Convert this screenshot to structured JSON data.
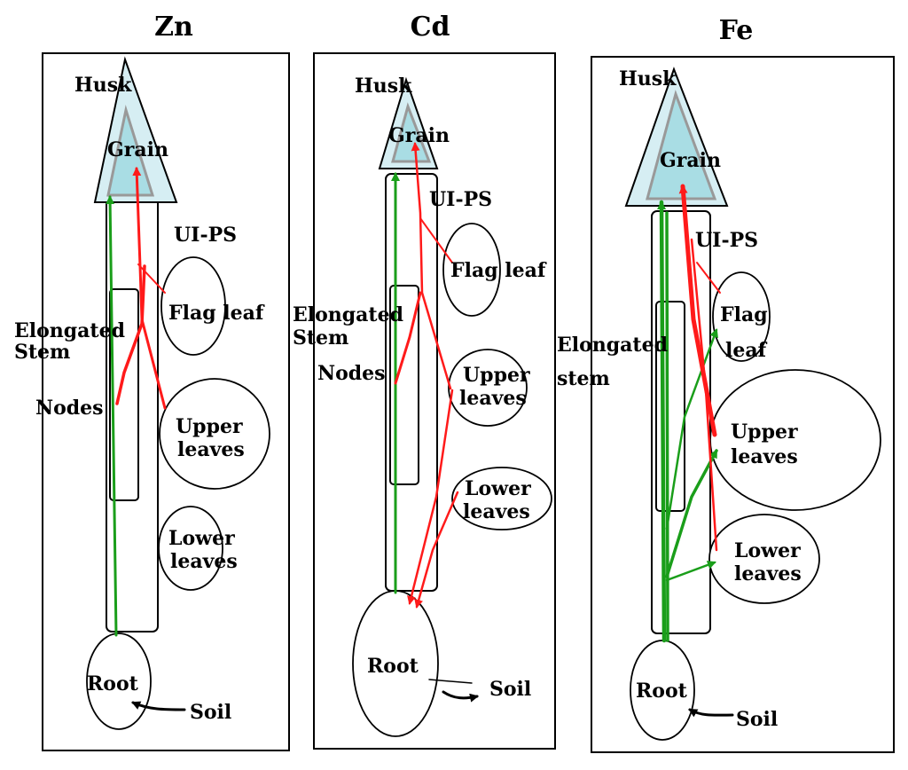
{
  "panels": [
    {
      "title": "Zn",
      "labels": {
        "husk": "Husk",
        "grain": "Grain",
        "ulps": "UI-PS",
        "flag_leaf": "Flag leaf",
        "elongated_1": "Elongated",
        "elongated_2": "Stem",
        "nodes": "Nodes",
        "upper_1": "Upper",
        "upper_2": "leaves",
        "lower_1": "Lower",
        "lower_2": "leaves",
        "root": "Root",
        "soil": "Soil"
      }
    },
    {
      "title": "Cd",
      "labels": {
        "husk": "Husk",
        "grain": "Grain",
        "ulps": "UI-PS",
        "flag_leaf": "Flag leaf",
        "elongated_1": "Elongated",
        "elongated_2": "Stem",
        "nodes": "Nodes",
        "upper_1": "Upper",
        "upper_2": "leaves",
        "lower_1": "Lower",
        "lower_2": "leaves",
        "root": "Root",
        "soil": "Soil"
      }
    },
    {
      "title": "Fe",
      "labels": {
        "husk": "Husk",
        "grain": "Grain",
        "ulps": "UI-PS",
        "flag_1": "Flag",
        "flag_2": "leaf",
        "elongated_1": "Elongated",
        "elongated_2": "stem",
        "upper_1": "Upper",
        "upper_2": "leaves",
        "lower_1": "Lower",
        "lower_2": "leaves",
        "root": "Root",
        "soil": "Soil"
      }
    }
  ],
  "colors": {
    "transport_arrow_red": "#ff1a1a",
    "transport_arrow_green": "#1a9e1a",
    "grain_fill": "#a9dde4",
    "husk_fill": "#d6eef3"
  }
}
